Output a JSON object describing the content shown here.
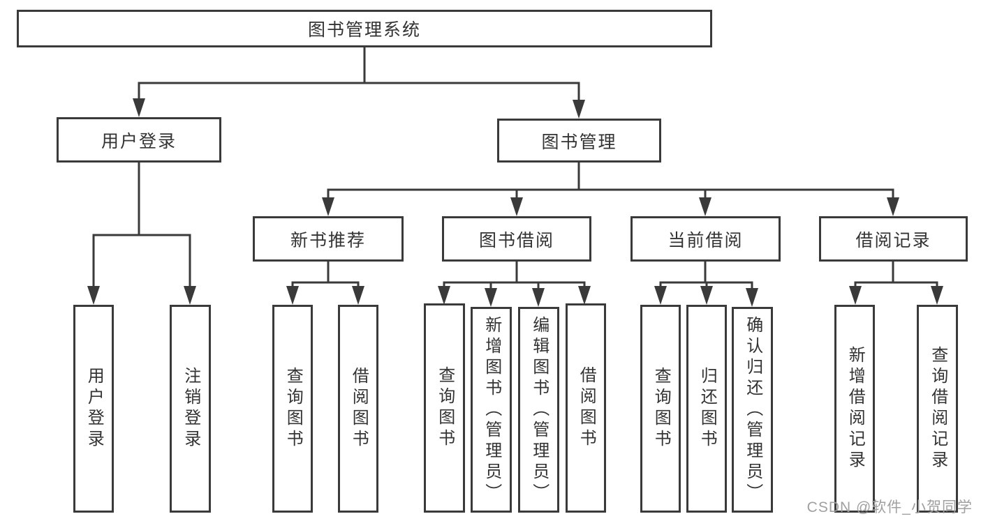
{
  "diagram": {
    "root": {
      "label": "图书管理系统"
    },
    "level2": [
      {
        "label": "用户登录"
      },
      {
        "label": "图书管理"
      }
    ],
    "level3": [
      {
        "label": "新书推荐"
      },
      {
        "label": "图书借阅"
      },
      {
        "label": "当前借阅"
      },
      {
        "label": "借阅记录"
      }
    ],
    "leaves": {
      "user_login": [
        "用户登录",
        "注销登录"
      ],
      "new_books": [
        "查询图书",
        "借阅图书"
      ],
      "borrow": [
        "查询图书",
        "新增图书（管理员）",
        "编辑图书（管理员）",
        "借阅图书"
      ],
      "current": [
        "查询图书",
        "归还图书",
        "确认归还（管理员）"
      ],
      "records": [
        "新增借阅记录",
        "查询借阅记录"
      ]
    }
  },
  "watermark": {
    "text": "CSDN @软件_小贺同学"
  },
  "colors": {
    "line": "#3a3a3a",
    "box_border": "#3a3a3a",
    "box_background": "#ffffff",
    "text": "#333333",
    "watermark": "#a0a0a0"
  }
}
